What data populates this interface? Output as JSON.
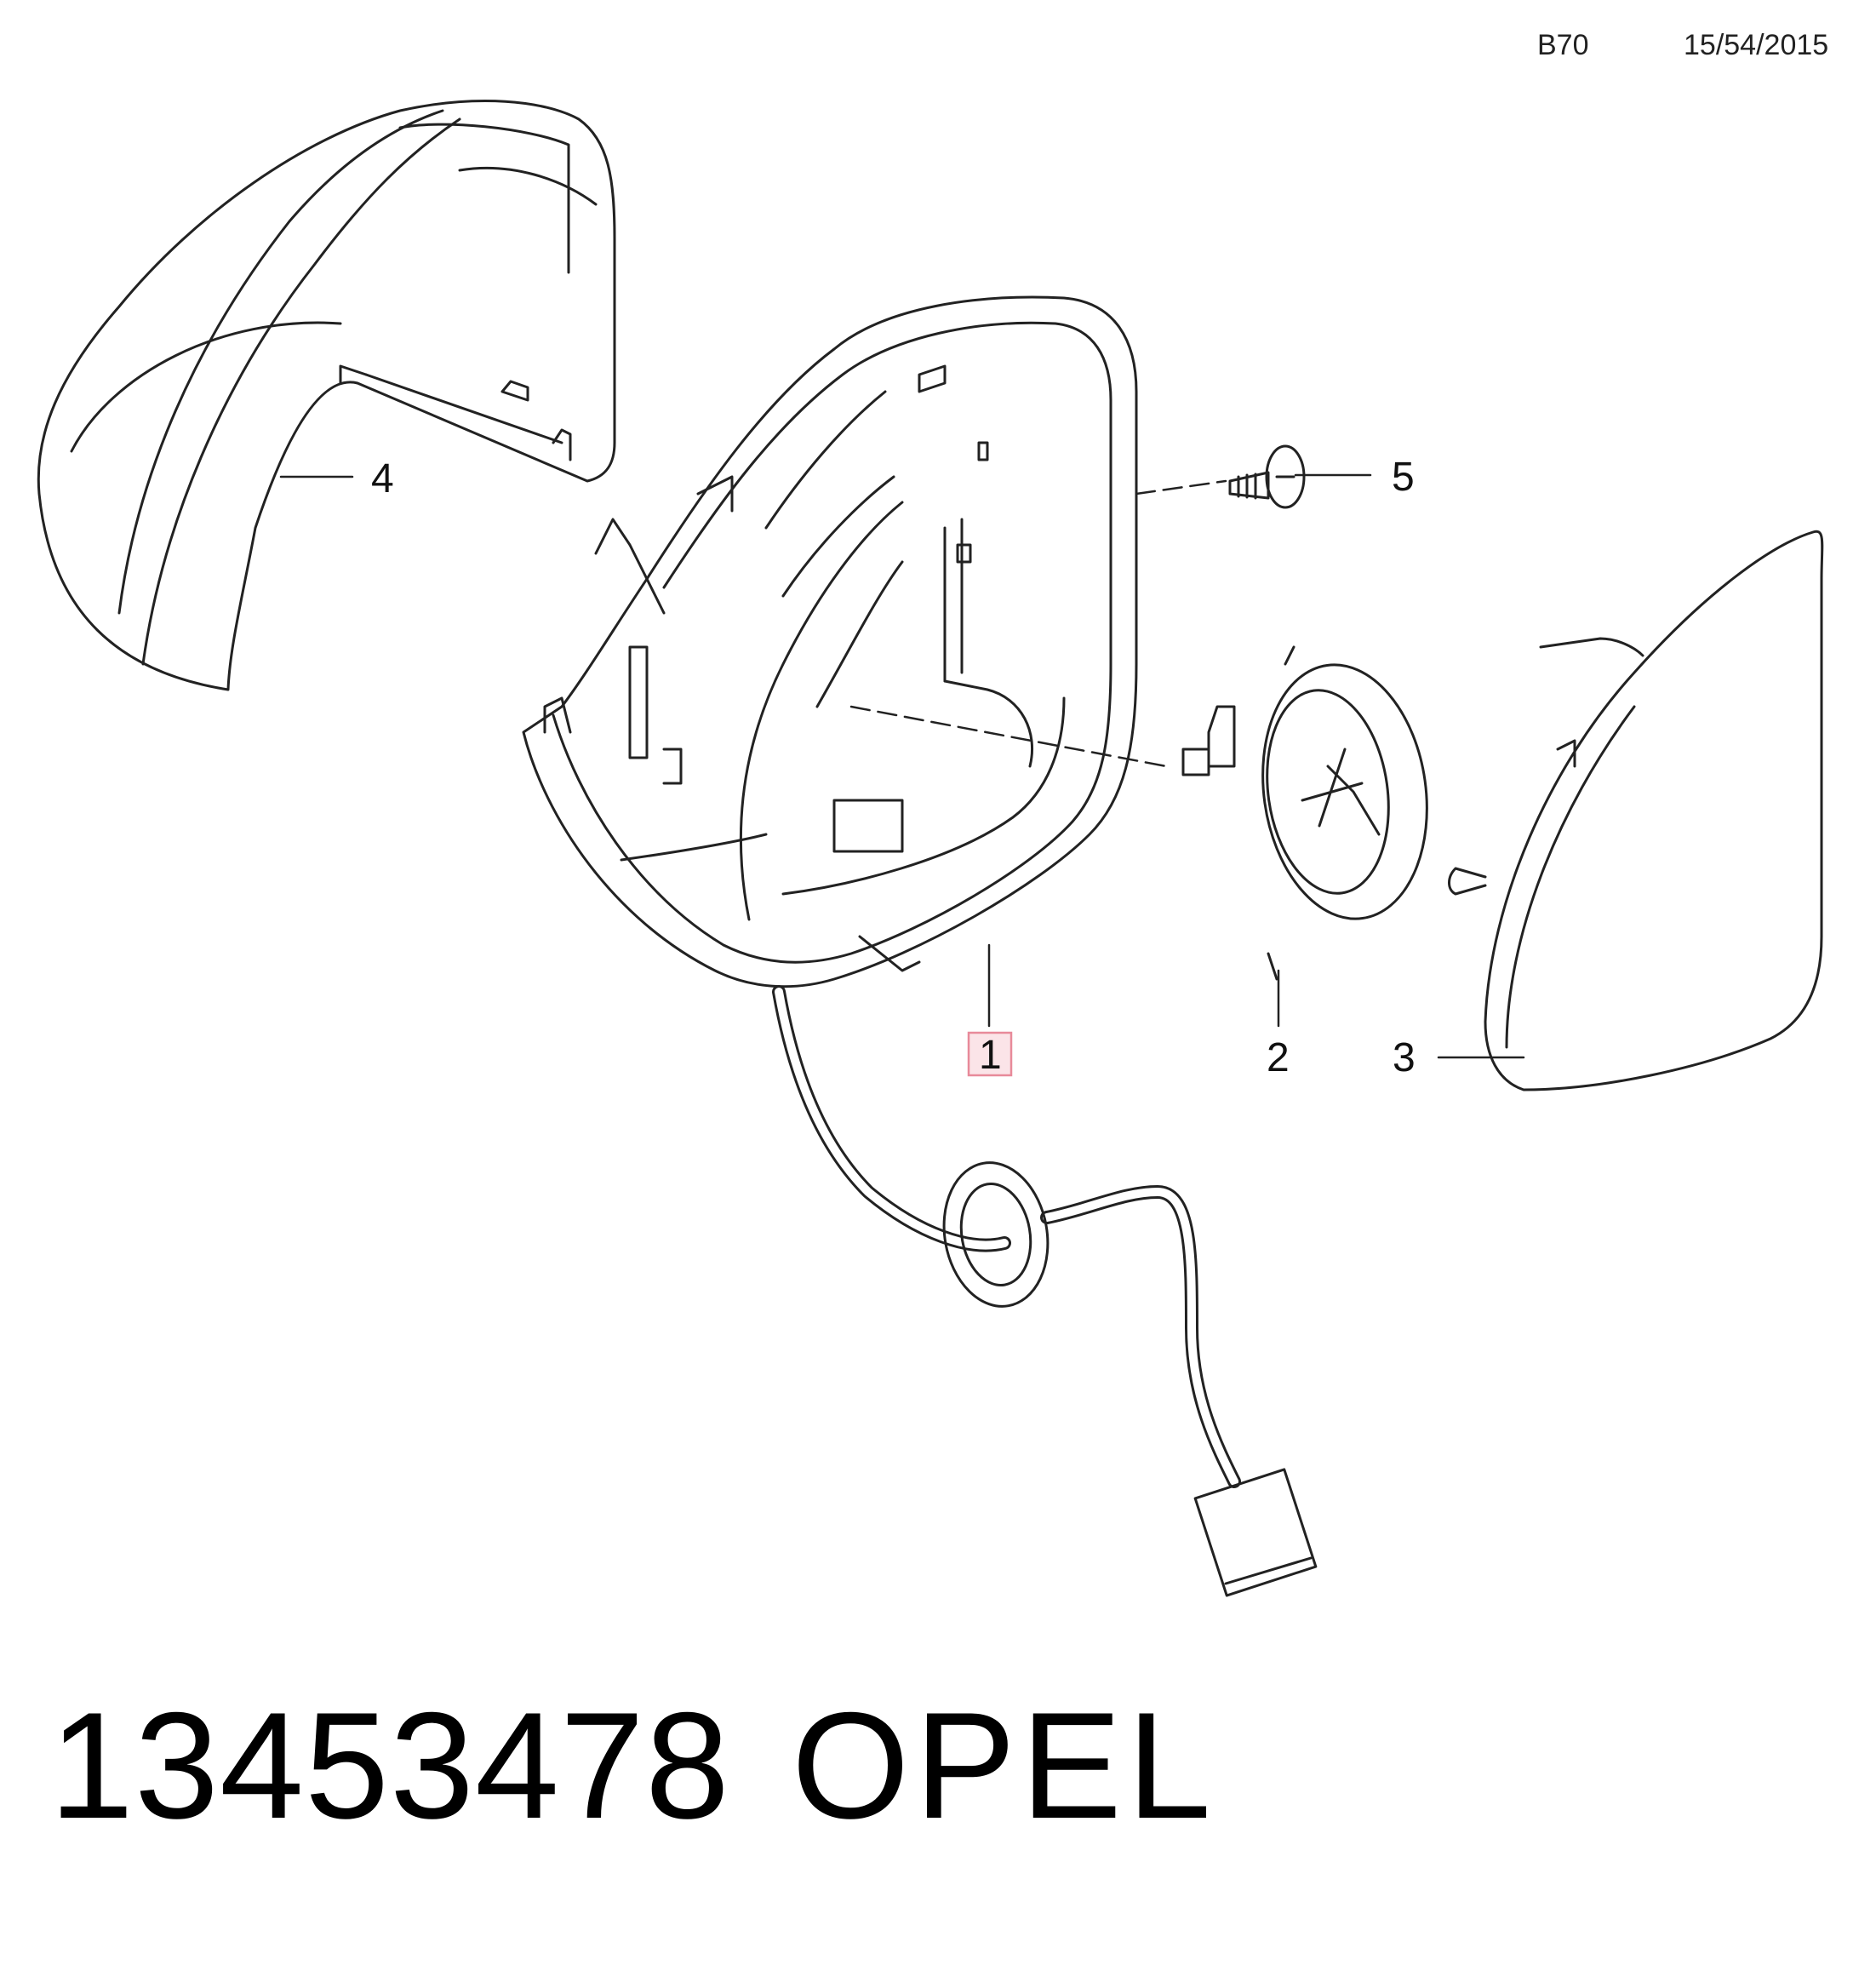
{
  "header": {
    "code": "B70",
    "date": "15/54/2015"
  },
  "callouts": {
    "item1": "1",
    "item2": "2",
    "item3": "3",
    "item4": "4",
    "item5": "5"
  },
  "footer": {
    "part_number": "13453478",
    "brand": "OPEL"
  },
  "colors": {
    "line": "#222222",
    "highlight_box": "#e88a9a",
    "highlight_fill": "#fbe4e8"
  }
}
